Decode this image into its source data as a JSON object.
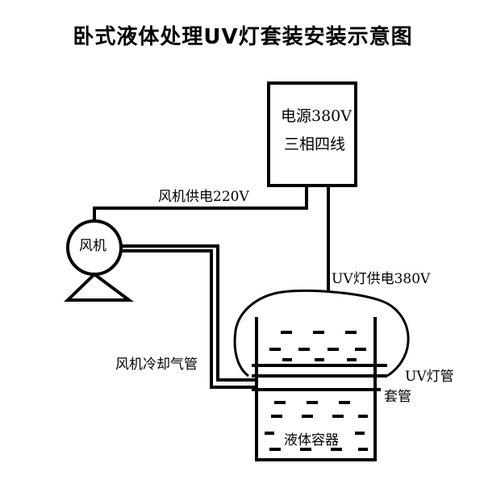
{
  "title": "卧式液体处理UV灯套装安装示意图",
  "power_box": {
    "line1": "电源380V",
    "line2": "三相四线"
  },
  "labels": {
    "fan_power": "风机供电220V",
    "fan": "风机",
    "uv_power": "UV灯供电380V",
    "fan_cooling_pipe": "风机冷却气管",
    "uv_lamp": "UV灯管",
    "sleeve": "套管",
    "liquid_container": "液体容器"
  },
  "colors": {
    "line": "#000000",
    "background": "#ffffff"
  }
}
